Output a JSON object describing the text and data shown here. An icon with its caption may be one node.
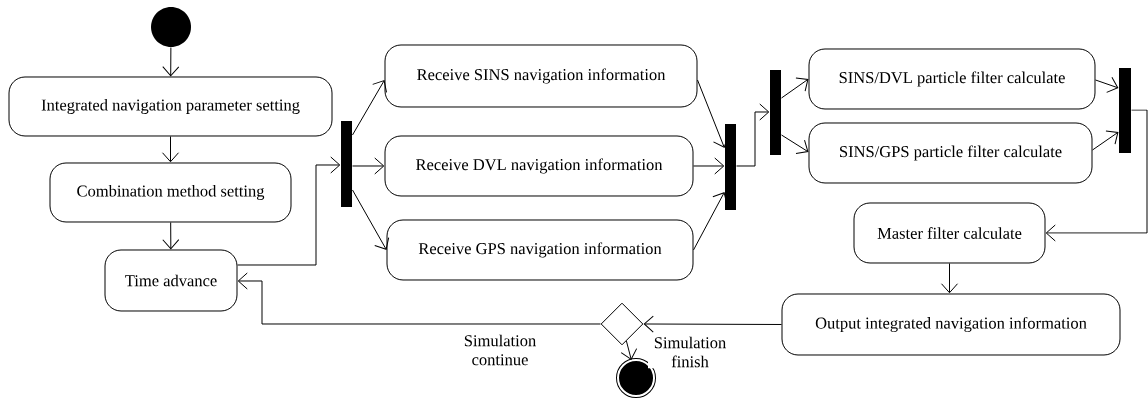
{
  "diagram": {
    "nodes": [
      {
        "text": [],
        "shape": "circle"
      },
      {
        "text": [
          "Integrated navigation parameter setting"
        ]
      },
      {
        "text": [
          "Combination method setting"
        ]
      },
      {
        "text": [
          "Time advance"
        ]
      },
      {
        "text": [],
        "shape": "bar"
      },
      {
        "text": [
          "Receive SINS navigation information"
        ]
      },
      {
        "text": [
          "Receive DVL navigation information"
        ]
      },
      {
        "text": [
          "Receive GPS navigation information"
        ]
      },
      {
        "text": [],
        "shape": "bar"
      },
      {
        "text": [],
        "shape": "bar"
      },
      {
        "text": [
          "SINS/DVL particle filter calculate"
        ]
      },
      {
        "text": [
          "SINS/GPS particle filter calculate"
        ]
      },
      {
        "text": [],
        "shape": "bar"
      },
      {
        "text": [
          "Master filter calculate"
        ]
      },
      {
        "text": [
          "Output integrated navigation information"
        ]
      },
      {
        "text": [],
        "shape": "diamond"
      },
      {
        "text": [],
        "shape": "circle"
      }
    ],
    "edges": [
      {
        "from": 0,
        "to": 1,
        "arrow": "to"
      },
      {
        "from": 1,
        "to": 2,
        "arrow": "to"
      },
      {
        "from": 2,
        "to": 3,
        "arrow": "to"
      },
      {
        "from": 3,
        "to": 4,
        "arrow": "to"
      },
      {
        "from": 4,
        "to": 5,
        "arrow": "to"
      },
      {
        "from": 4,
        "to": 6,
        "arrow": "to"
      },
      {
        "from": 4,
        "to": 7,
        "arrow": "to"
      },
      {
        "from": 5,
        "to": 8,
        "arrow": "to"
      },
      {
        "from": 6,
        "to": 8,
        "arrow": "to"
      },
      {
        "from": 7,
        "to": 8,
        "arrow": "to"
      },
      {
        "from": 8,
        "to": 9,
        "arrow": "to"
      },
      {
        "from": 9,
        "to": 10,
        "arrow": "to"
      },
      {
        "from": 9,
        "to": 11,
        "arrow": "to"
      },
      {
        "from": 10,
        "to": 12,
        "arrow": "to"
      },
      {
        "from": 11,
        "to": 12,
        "arrow": "to"
      },
      {
        "from": 12,
        "to": 13,
        "arrow": "to"
      },
      {
        "from": 13,
        "to": 14,
        "arrow": "to"
      },
      {
        "from": 14,
        "to": 15,
        "arrow": "to"
      },
      {
        "from": 15,
        "to": 3,
        "arrow": "to",
        "label": "Simulation continue"
      },
      {
        "from": 15,
        "to": 16,
        "arrow": "to",
        "label": "Simulation finish"
      }
    ]
  }
}
